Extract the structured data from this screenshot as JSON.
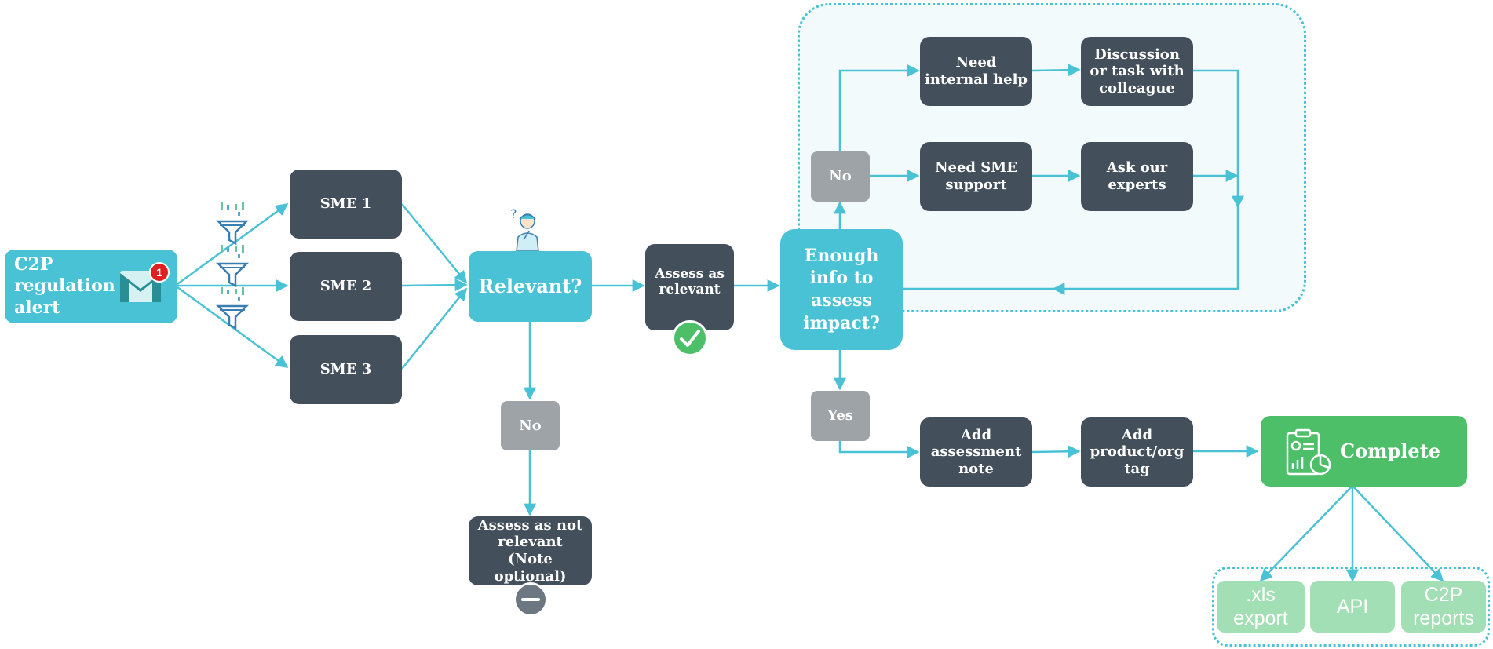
{
  "start": {
    "label": "C2P regulation alert",
    "badge": "1"
  },
  "sme": [
    "SME 1",
    "SME 2",
    "SME 3"
  ],
  "relevant": {
    "label": "Relevant?"
  },
  "no1": "No",
  "not_relevant": "Assess as not relevant (Note optional)",
  "assess_relevant": "Assess as relevant",
  "enough": "Enough info to assess impact?",
  "no2": "No",
  "yes": "Yes",
  "help": {
    "internal": "Need internal help",
    "discussion": "Discussion or task with colleague",
    "sme_support": "Need SME support",
    "experts": "Ask our experts"
  },
  "process": {
    "note": "Add assessment note",
    "tag": "Add product/org tag"
  },
  "complete": "Complete",
  "outputs": [
    ".xls export",
    "API",
    "C2P reports"
  ],
  "colors": {
    "teal": "#48c2d4",
    "dark": "#434f5b",
    "gray": "#9ea3a8",
    "green": "#4ebf69",
    "light_green": "#a3dfb5",
    "badge": "#e02020"
  },
  "icons": [
    "gmail-icon",
    "funnel-icon",
    "thinking-person-icon",
    "checkmark-icon",
    "minus-icon",
    "report-icon"
  ]
}
